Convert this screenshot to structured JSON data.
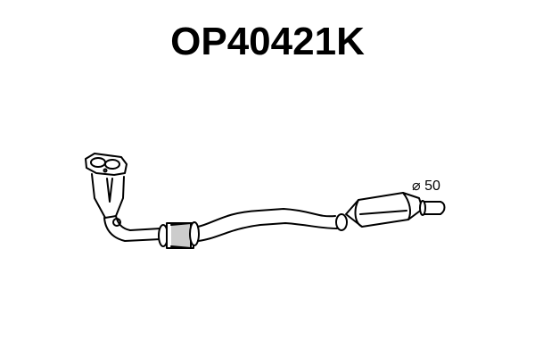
{
  "part": {
    "code": "OP40421K",
    "diameter_symbol": "⌀",
    "diameter_value": "50",
    "diameter_label": "⌀ 50"
  },
  "drawing": {
    "subject": "exhaust-front-pipe-with-catalytic-converter",
    "components": [
      "manifold-flange",
      "downpipe",
      "flexible-joint",
      "intermediate-pipe",
      "catalytic-converter",
      "outlet-pipe"
    ],
    "line_color": "#000000",
    "background": "#ffffff"
  }
}
